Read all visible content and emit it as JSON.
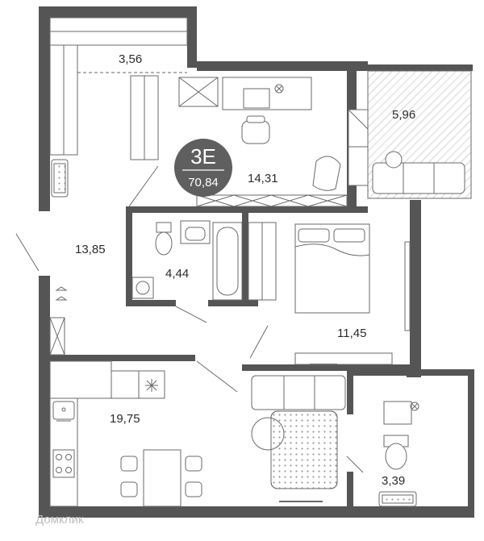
{
  "apartment": {
    "type_code": "3Е",
    "total_area": "70,84"
  },
  "rooms": [
    {
      "id": "hall-upper",
      "area": "3,56"
    },
    {
      "id": "balcony",
      "area": "5,96"
    },
    {
      "id": "study",
      "area": "14,31"
    },
    {
      "id": "corridor",
      "area": "13,85"
    },
    {
      "id": "bathroom",
      "area": "4,44"
    },
    {
      "id": "bedroom",
      "area": "11,45"
    },
    {
      "id": "kitchen-living",
      "area": "19,75"
    },
    {
      "id": "toilet",
      "area": "3,39"
    }
  ],
  "watermark": "Домклик",
  "colors": {
    "wall": "#555555",
    "badge": "#5f5f5f",
    "line": "#6a6a6a",
    "furniture_fill": "#ffffff"
  }
}
